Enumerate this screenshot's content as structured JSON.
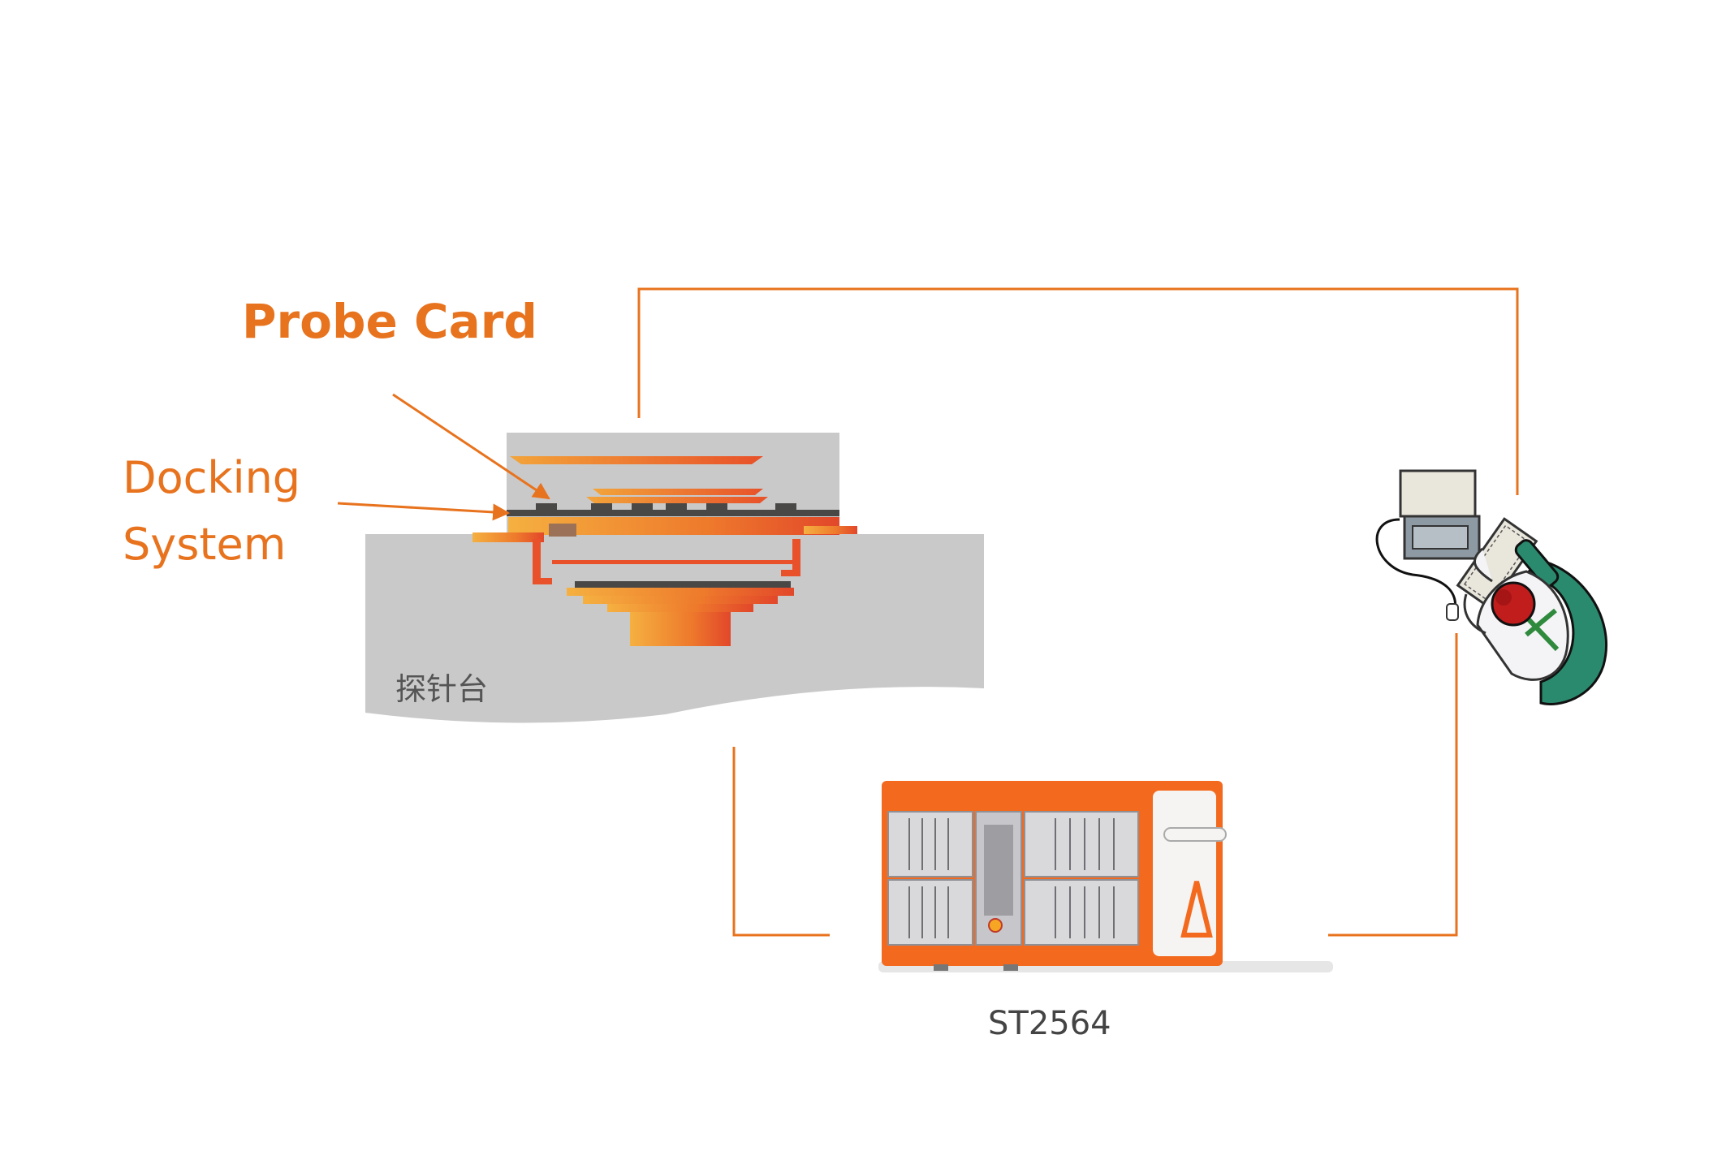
{
  "labels": {
    "probe_card": "Probe Card",
    "docking_line1": "Docking",
    "docking_line2": "System",
    "prober": "探针台",
    "tester": "ST2564"
  },
  "colors": {
    "accent": "#e8731e",
    "gray_body": "#c9c9c9",
    "dark_board": "#4a4747"
  },
  "icons": {
    "operator": "operator-at-workstation-icon",
    "tester": "test-system-cabinet-icon",
    "prober": "wafer-prober-cross-section-icon"
  }
}
